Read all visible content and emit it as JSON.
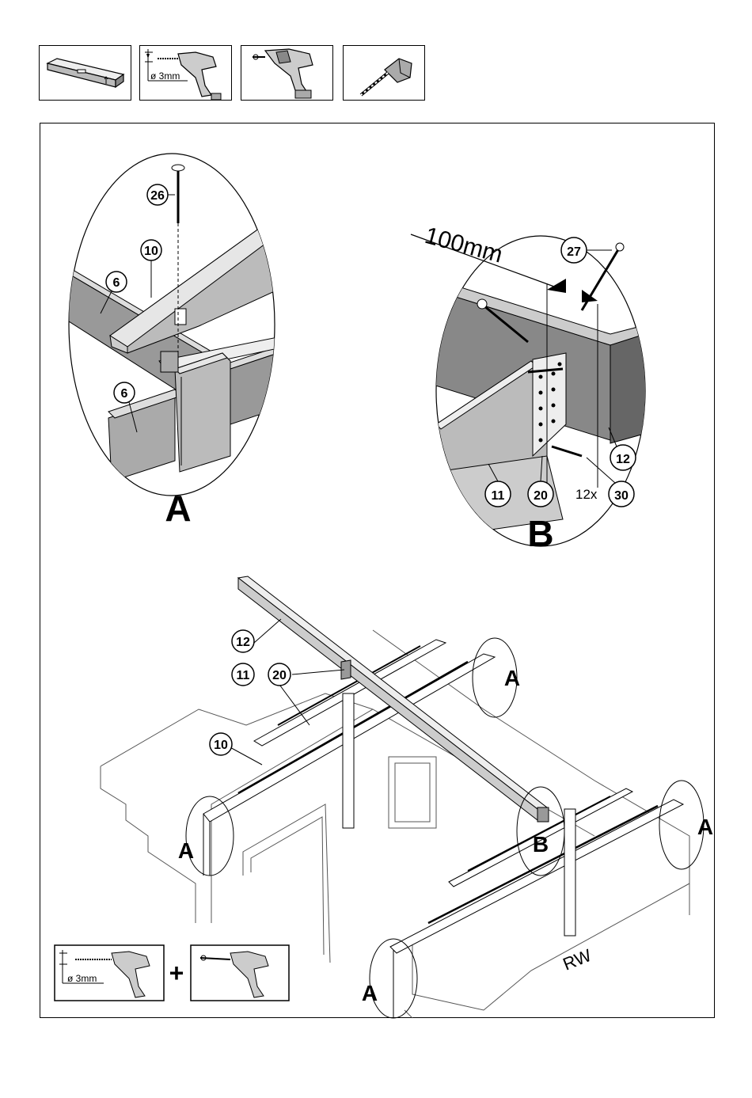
{
  "tools": {
    "drill_bit_size": "ø 3mm"
  },
  "detail_a": {
    "label": "A",
    "parts": {
      "screw": "26",
      "rafter": "10",
      "wall_top": "6",
      "wall_bottom": "6"
    }
  },
  "detail_b": {
    "label": "B",
    "dimension": "100mm",
    "parts": {
      "screw_long": "27",
      "beam": "12",
      "rafter": "11",
      "bracket": "20",
      "screw_count": "12x",
      "screw_short": "30"
    }
  },
  "overview": {
    "parts": {
      "beam": "12",
      "rafter_11": "11",
      "bracket": "20",
      "rafter_10": "10"
    },
    "detail_markers": {
      "a1": "A",
      "a2": "A",
      "a3": "A",
      "a4": "A",
      "b": "B"
    },
    "rear_wall": "RW"
  },
  "legend": {
    "drill_bit_size": "ø 3mm",
    "plus": "+"
  }
}
